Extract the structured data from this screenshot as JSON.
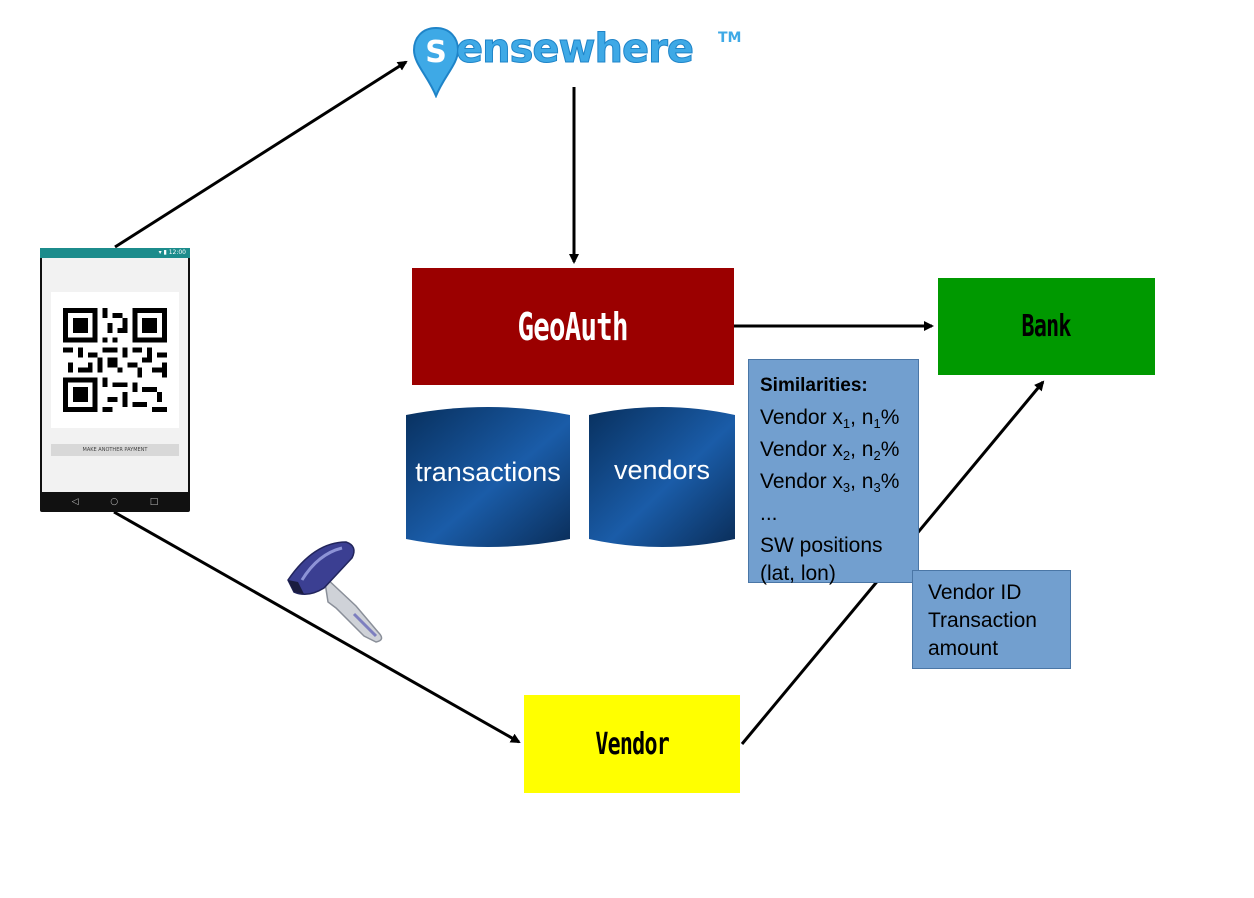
{
  "logo": {
    "text": "ensewhere",
    "tm": "TM"
  },
  "nodes": {
    "geoauth": "GeoAuth",
    "bank": "Bank",
    "vendor": "Vendor"
  },
  "databases": {
    "transactions": "transactions",
    "vendors": "vendors"
  },
  "similarities_box": {
    "title": "Similarities:",
    "lines": [
      {
        "prefix": "Vendor x",
        "sub1": "1",
        "mid": ", n",
        "sub2": "1",
        "suffix": "%"
      },
      {
        "prefix": "Vendor x",
        "sub1": "2",
        "mid": ", n",
        "sub2": "2",
        "suffix": "%"
      },
      {
        "prefix": "Vendor x",
        "sub1": "3",
        "mid": ", n",
        "sub2": "3",
        "suffix": "%"
      }
    ],
    "ellipsis": "...",
    "sw_line1": "SW positions",
    "sw_line2": "(lat, lon)"
  },
  "vendor_info_box": {
    "line1": "Vendor ID",
    "line2": "Transaction",
    "line3": "amount"
  },
  "phone": {
    "pay_button": "MAKE ANOTHER PAYMENT",
    "nav": [
      "◁",
      "○",
      "□"
    ]
  },
  "colors": {
    "geoauth": "#9b0000",
    "bank": "#009900",
    "vendor": "#ffff00",
    "info_box": "#729fcf",
    "database": "#0d3f7a",
    "logo": "#3ea9e6"
  },
  "icons": [
    "location-pin-icon",
    "barcode-scanner-icon",
    "qr-code-icon"
  ]
}
